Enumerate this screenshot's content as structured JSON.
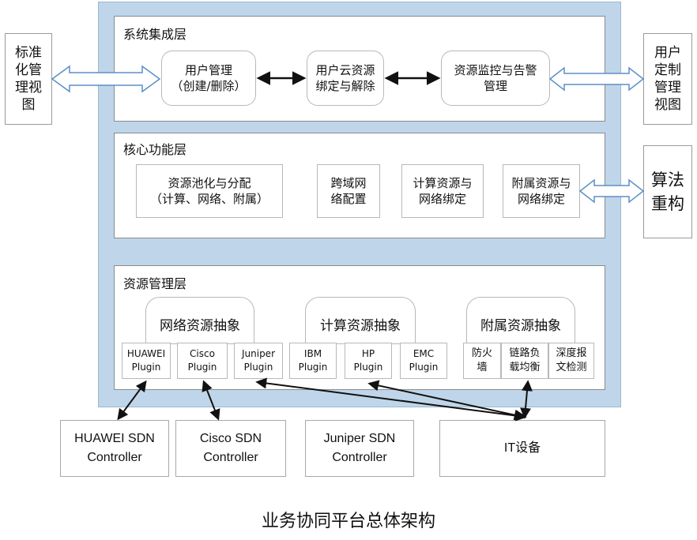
{
  "left_view": "标准\n化管\n理视\n图",
  "right_view": "用户\n定制\n管理\n视图",
  "algorithm": "算法\n重构",
  "system_layer": {
    "title": "系统集成层",
    "user_mgmt": "用户管理\n（创建/删除）",
    "binding": "用户云资源\n绑定与解除",
    "monitor": "资源监控与告警\n管理"
  },
  "core_layer": {
    "title": "核心功能层",
    "pooling": "资源池化与分配\n（计算、网络、附属）",
    "cross_domain": "跨域网\n络配置",
    "compute_net": "计算资源与\n网络绑定",
    "aux_net": "附属资源与\n网络绑定"
  },
  "resource_layer": {
    "title": "资源管理层",
    "network": {
      "title": "网络资源抽象",
      "plugins": [
        "HUAWEI\nPlugin",
        "Cisco\nPlugin",
        "Juniper\nPlugin"
      ]
    },
    "compute": {
      "title": "计算资源抽象",
      "plugins": [
        "IBM\nPlugin",
        "HP\nPlugin",
        "EMC\nPlugin"
      ]
    },
    "auxiliary": {
      "title": "附属资源抽象",
      "plugins": [
        "防火\n墙",
        "链路负\n载均衡",
        "深度报\n文检测"
      ]
    }
  },
  "controllers": {
    "huawei": "HUAWEI SDN\nController",
    "cisco": "Cisco  SDN\nController",
    "juniper": "Juniper SDN\nController",
    "it": "IT设备"
  },
  "caption": "业务协同平台总体架构",
  "colors": {
    "platform_bg": "#bfd6ea",
    "hollow_arrow": "#5b8fc7",
    "arrow": "#111111"
  }
}
